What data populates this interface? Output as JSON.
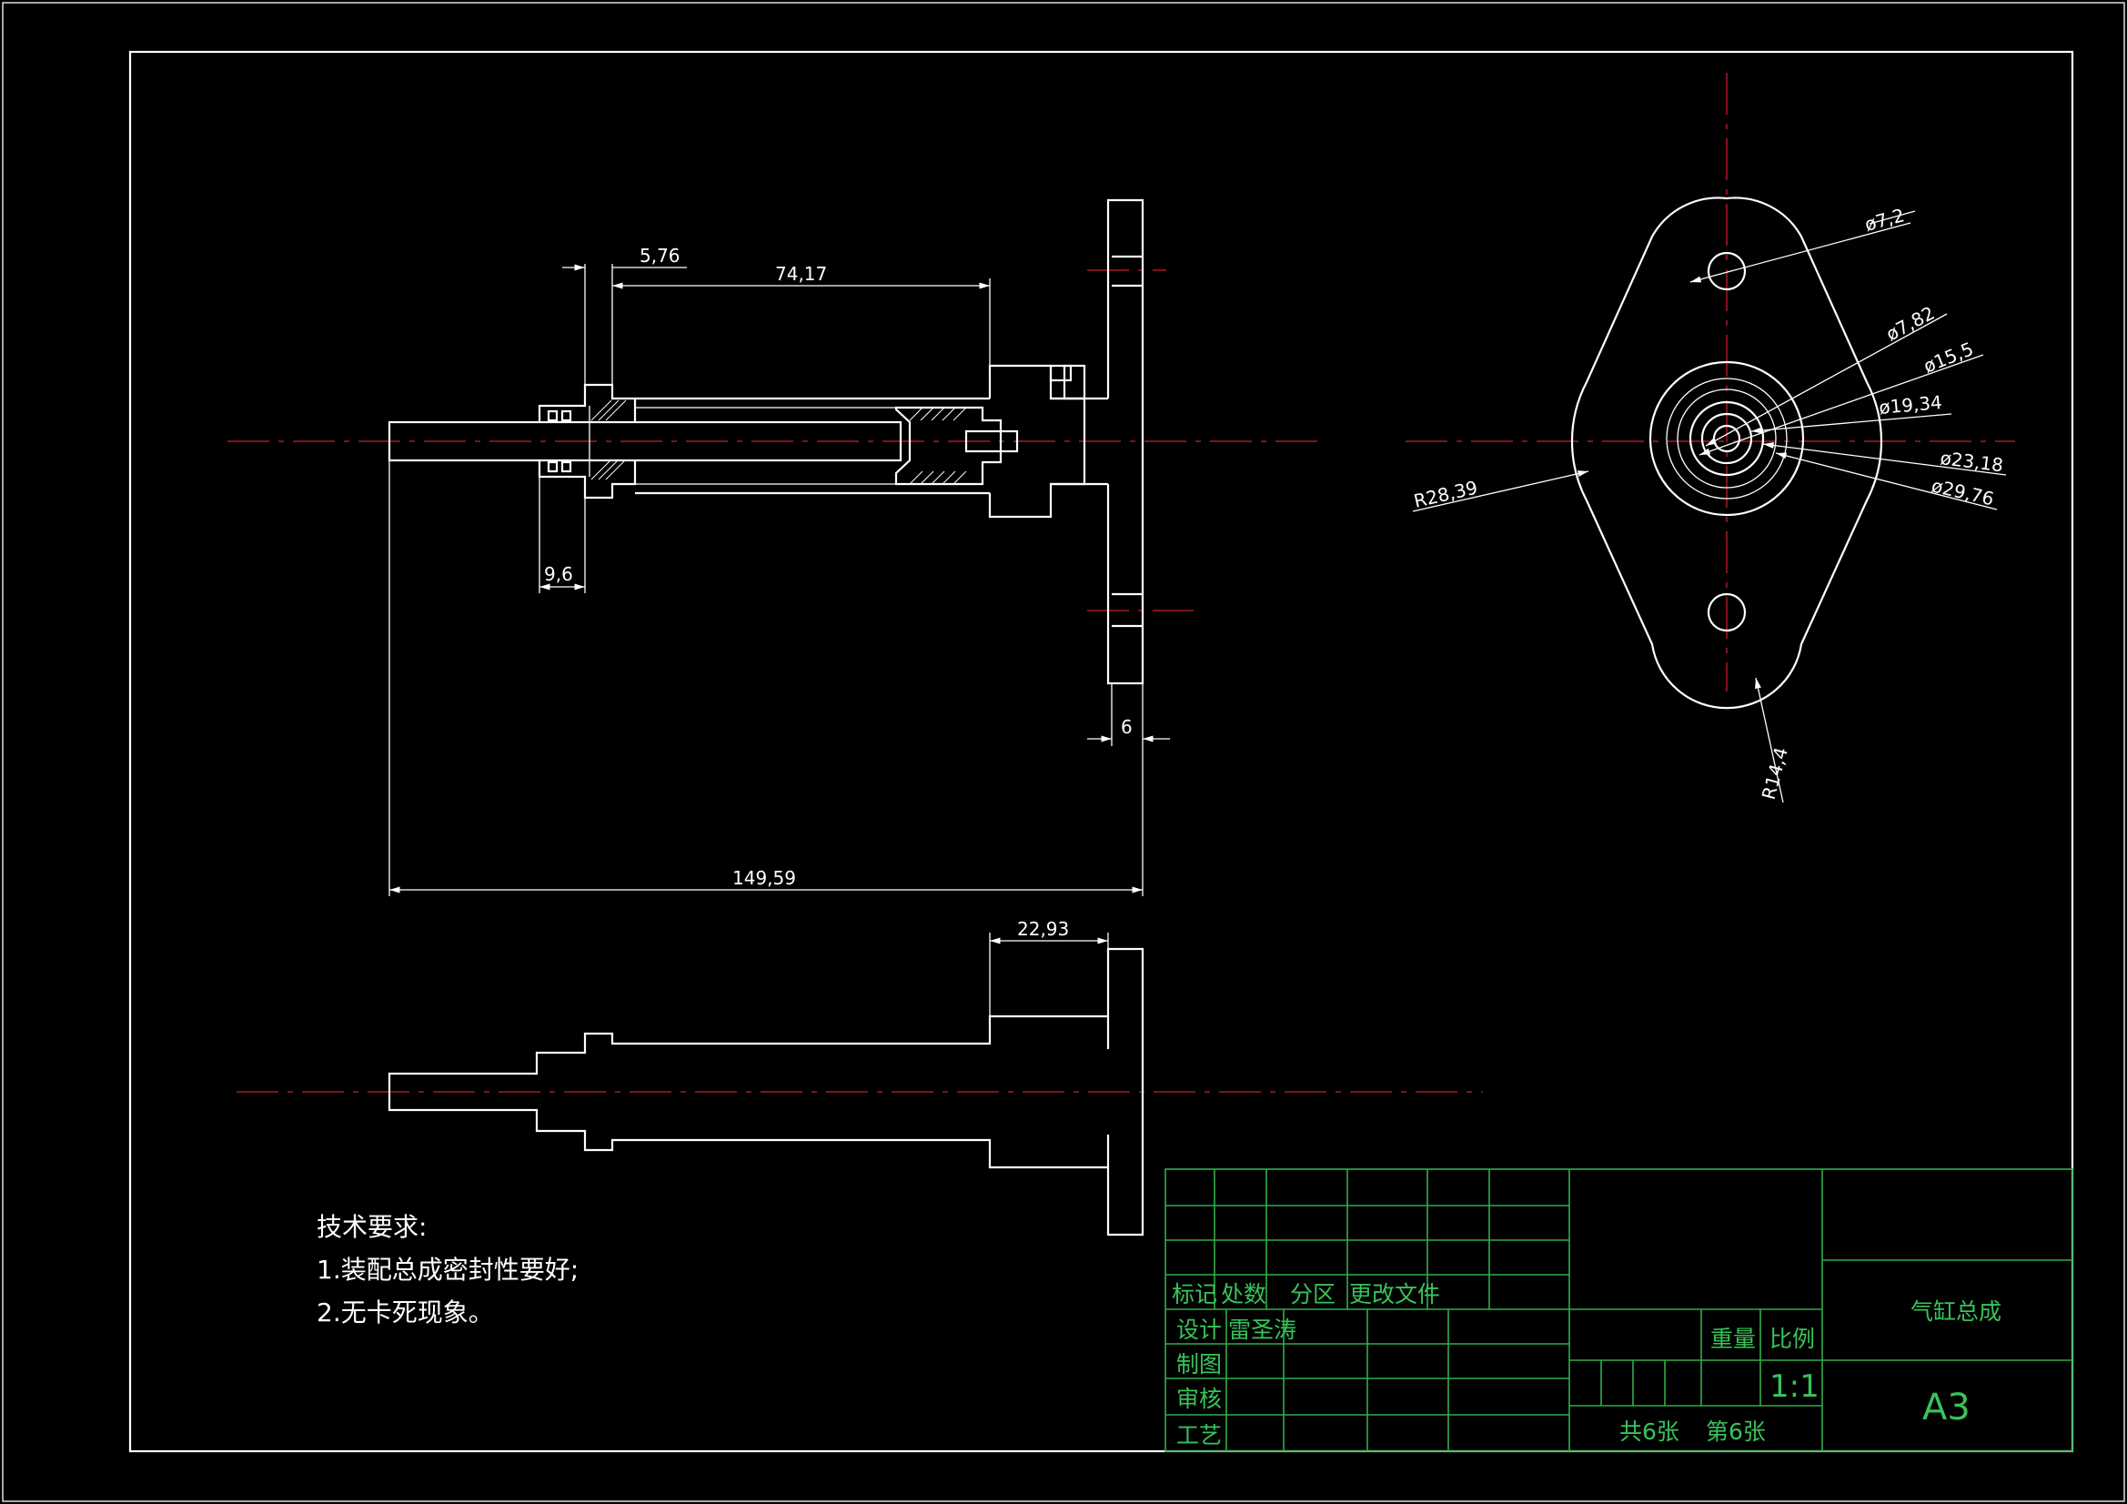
{
  "colors": {
    "background": "#000000",
    "geometry": "#ffffff",
    "center_lines": "#c8202a",
    "title_block": "#2fae4a",
    "title_text": "#38c35a"
  },
  "dimensions": {
    "front_5_76": "5,76",
    "front_74_17": "74,17",
    "front_9_6": "9,6",
    "front_6": "6",
    "front_149_59": "149,59",
    "bottom_22_93": "22,93",
    "side_d7_2": "ø7,2",
    "side_d7_82": "ø7,82",
    "side_d15_5": "ø15,5",
    "side_d19_34": "ø19,34",
    "side_d23_18": "ø23,18",
    "side_d29_76": "ø29,76",
    "side_r28_39": "R28,39",
    "side_r14_4": "R14,4"
  },
  "notes": {
    "title": "技术要求:",
    "line1": "1.装配总成密封性要好;",
    "line2": "2.无卡死现象。"
  },
  "title_block": {
    "mark": "标记",
    "count": "处数",
    "zone": "分区",
    "change_doc": "更改文件",
    "design": "设计",
    "designer": "雷圣涛",
    "drafting": "制图",
    "review": "审核",
    "process": "工艺",
    "weight": "重量",
    "scale": "比例",
    "scale_value": "1:1",
    "total_sheets": "共6张",
    "sheet_no": "第6张",
    "part_name": "气缸总成",
    "paper_size": "A3"
  }
}
